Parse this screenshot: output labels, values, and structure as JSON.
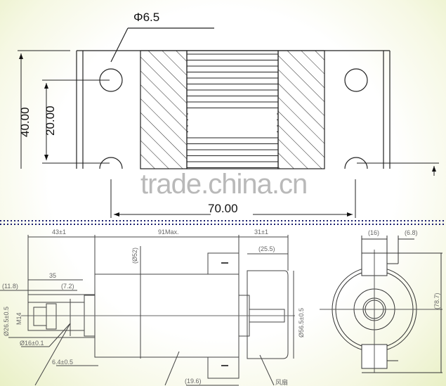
{
  "top_view": {
    "hole_label": "Φ6.5",
    "height_outer": "40.00",
    "height_holes": "20.00",
    "width_holes": "70.00"
  },
  "watermark": "trade.china.cn",
  "side_view": {
    "len_front": "43±1",
    "len_body": "91Max.",
    "len_rear": "31±1",
    "len_35": "35",
    "dim_11_8": "(11.8)",
    "dim_7_2": "(7.2)",
    "dia_52": "(Ø52)",
    "dia_26_5": "Ø26.5±0.5",
    "thread": "M14",
    "dia_16": "Ø16±0.1",
    "dim_6_4": "6.4±0.5",
    "dim_25_5": "(25.5)",
    "dia_56_5": "Ø56.5±0.5",
    "dim_19_6": "(19.6)",
    "fan_label": "风扇"
  },
  "end_view": {
    "dim_16": "(16)",
    "dim_6_8": "(6.8)",
    "dim_78_7": "(78.7)"
  },
  "colors": {
    "line": "#222222",
    "dim_line": "#555555",
    "divider_dots": "#1a1f6e",
    "border_tint": "#e9f0c6"
  }
}
